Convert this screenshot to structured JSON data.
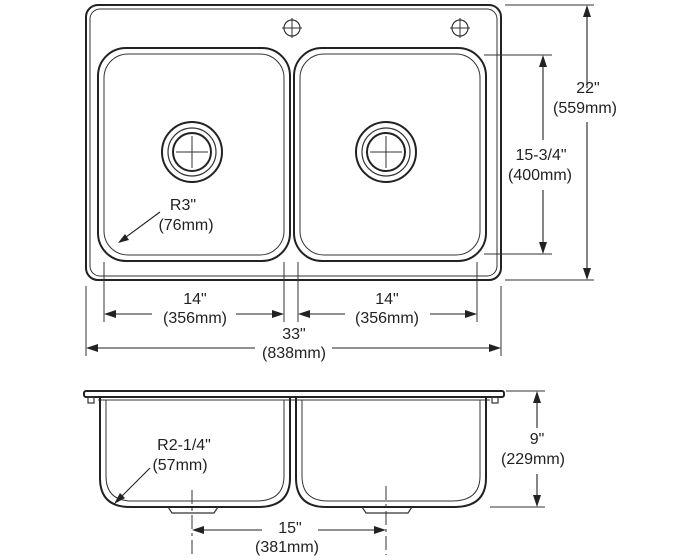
{
  "plan_view": {
    "overall_width": {
      "imperial": "33\"",
      "metric": "(838mm)"
    },
    "overall_depth": {
      "imperial": "22\"",
      "metric": "(559mm)"
    },
    "left_bowl_width": {
      "imperial": "14\"",
      "metric": "(356mm)"
    },
    "right_bowl_width": {
      "imperial": "14\"",
      "metric": "(356mm)"
    },
    "bowl_length": {
      "imperial": "15-3/4\"",
      "metric": "(400mm)"
    },
    "corner_radius": {
      "imperial": "R3\"",
      "metric": "(76mm)"
    }
  },
  "section_view": {
    "bowl_depth": {
      "imperial": "9\"",
      "metric": "(229mm)"
    },
    "bottom_radius": {
      "imperial": "R2-1/4\"",
      "metric": "(57mm)"
    },
    "drain_spacing": {
      "imperial": "15\"",
      "metric": "(381mm)"
    }
  }
}
